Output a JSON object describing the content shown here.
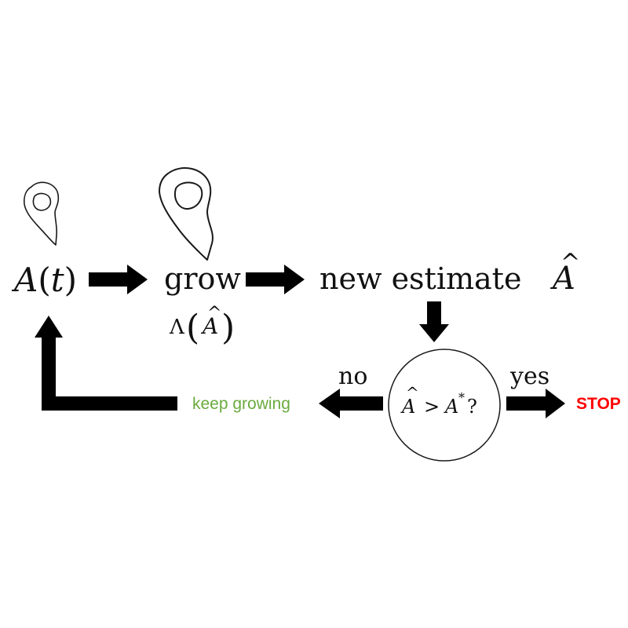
{
  "nodes": {
    "current_area": {
      "symbol": "A",
      "open_paren": "(",
      "variable": "t",
      "close_paren": ")"
    },
    "grow": {
      "label": "grow",
      "operator": "Λ",
      "open_paren": "(",
      "argument": "A",
      "hat": "^",
      "close_paren": ")"
    },
    "estimate": {
      "label": "new estimate",
      "symbol": "A",
      "hat": "^"
    },
    "decision": {
      "lhs": "A",
      "hat": "^",
      "operator": ">",
      "rhs": "A",
      "rhs_superscript": "*",
      "question_mark": "?"
    },
    "keep_growing": {
      "label": "keep growing",
      "color": "#6aaa3e"
    },
    "stop": {
      "label": "STOP",
      "color": "#ff0000"
    }
  },
  "edges": {
    "no_label": "no",
    "yes_label": "yes"
  },
  "icons": [
    "small-region-sketch-icon",
    "large-region-sketch-icon"
  ]
}
